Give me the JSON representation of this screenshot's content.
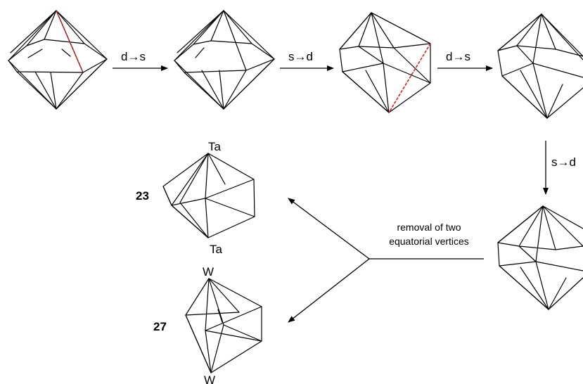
{
  "steps": {
    "step1": "d→s",
    "step2": "s→d",
    "step3": "d→s",
    "step4": "s→d"
  },
  "removal": {
    "line1": "removal of two",
    "line2": "equatorial vertices"
  },
  "compounds": {
    "c23": {
      "label": "23",
      "top_atom": "Ta",
      "bottom_atom": "Ta"
    },
    "c27": {
      "label": "27",
      "top_atom": "W",
      "bottom_atom": "W"
    }
  },
  "colors": {
    "edge": "#000000",
    "highlight": "#e0201c"
  }
}
